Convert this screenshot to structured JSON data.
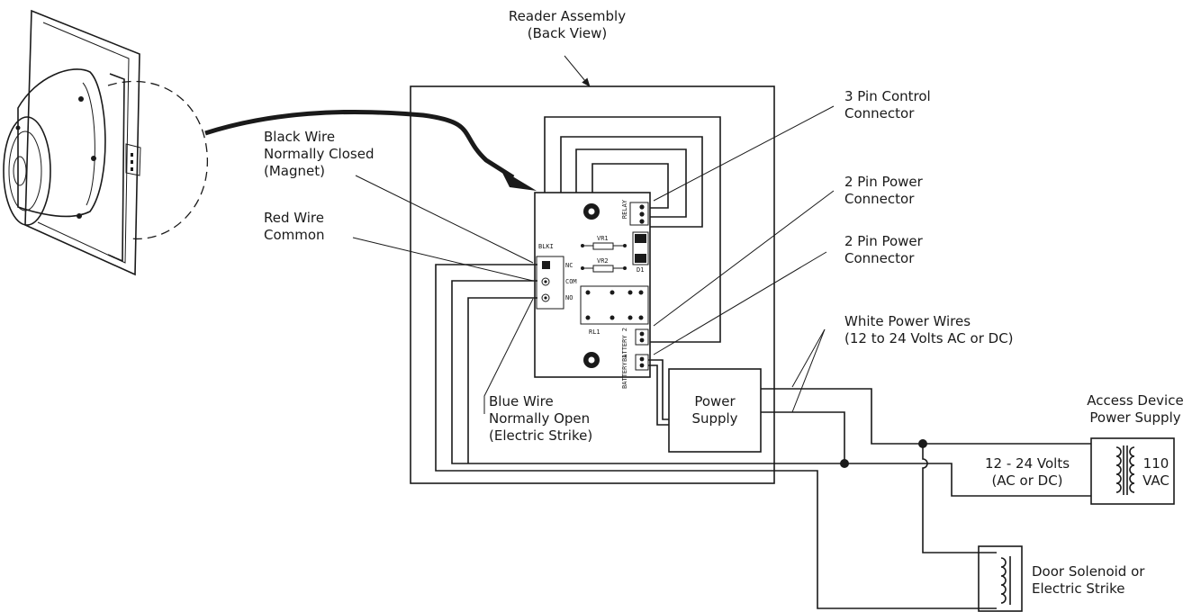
{
  "labels": {
    "reader_line1": "Reader Assembly",
    "reader_line2": "(Back View)",
    "control_line1": "3 Pin Control",
    "control_line2": "Connector",
    "power1_line1": "2 Pin Power",
    "power1_line2": "Connector",
    "power2_line1": "2 Pin Power",
    "power2_line2": "Connector",
    "white_line1": "White Power Wires",
    "white_line2": "(12 to 24 Volts AC or DC)",
    "black_line1": "Black Wire",
    "black_line2": "Normally Closed",
    "black_line3": "(Magnet)",
    "red_line1": "Red Wire",
    "red_line2": "Common",
    "blue_line1": "Blue Wire",
    "blue_line2": "Normally Open",
    "blue_line3": "(Electric Strike)",
    "psu_line1": "Power",
    "psu_line2": "Supply",
    "access_line1": "Access Device",
    "access_line2": "Power Supply",
    "volts_line1": "12 - 24 Volts",
    "volts_line2": "(AC or DC)",
    "vac_line1": "110",
    "vac_line2": "VAC",
    "door_line1": "Door Solenoid or",
    "door_line2": "Electric Strike"
  },
  "board": {
    "blk": "BLKI",
    "nc": "NC",
    "com": "COM",
    "no": "NO",
    "vr1": "VR1",
    "vr2": "VR2",
    "d1": "D1",
    "rl1": "RL1",
    "relay": "RELAY",
    "battery2": "BATTERY 2",
    "battery1": "BATTERY 1"
  }
}
